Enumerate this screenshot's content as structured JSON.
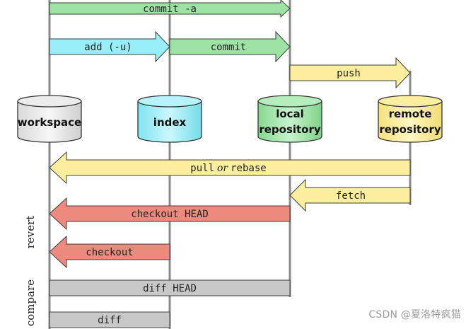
{
  "colors": {
    "green": "#9de3a4",
    "blue": "#98eef8",
    "yellow": "#fbee9c",
    "red": "#ee8a7d",
    "gray": "#c8c8c8",
    "line": "#8a8a8a"
  },
  "stores": {
    "workspace": {
      "label": "workspace",
      "icon": "cylinder-gray-icon"
    },
    "index": {
      "label": "index",
      "icon": "cylinder-blue-icon"
    },
    "local": {
      "line1": "local",
      "line2": "repository",
      "icon": "cylinder-green-icon"
    },
    "remote": {
      "line1": "remote",
      "line2": "repository",
      "icon": "cylinder-yellow-icon"
    }
  },
  "commands": {
    "commit_a": "commit -a",
    "add_u": "add (-u)",
    "commit": "commit",
    "push": "push",
    "pull_a": "pull",
    "pull_or": "or",
    "pull_b": "rebase",
    "fetch": "fetch",
    "checkout_head": "checkout HEAD",
    "checkout": "checkout",
    "diff_head": "diff HEAD",
    "diff": "diff"
  },
  "sections": {
    "revert": "revert",
    "compare": "compare"
  },
  "watermark": "CSDN @夏洛特疯猫"
}
